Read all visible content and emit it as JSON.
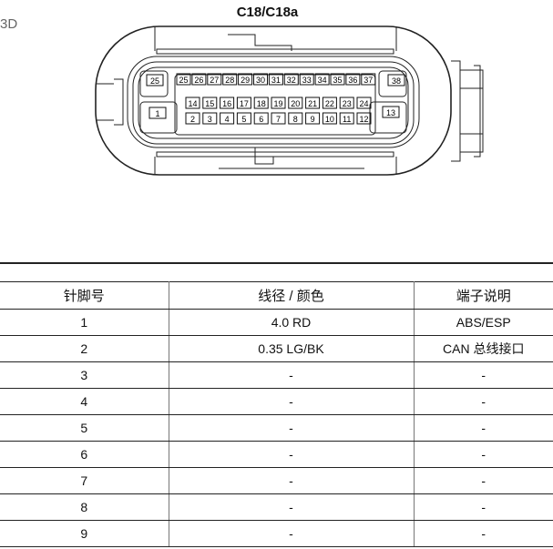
{
  "corner_text": "3D",
  "connector": {
    "title": "C18/C18a",
    "top_row_pins": [
      "25",
      "26",
      "27",
      "28",
      "29",
      "30",
      "31",
      "32",
      "33",
      "34",
      "35",
      "36",
      "37"
    ],
    "mid_row_pins": [
      "14",
      "15",
      "16",
      "17",
      "18",
      "19",
      "20",
      "21",
      "22",
      "23",
      "24"
    ],
    "bottom_row_pins": [
      "2",
      "3",
      "4",
      "5",
      "6",
      "7",
      "8",
      "9",
      "10",
      "11",
      "12"
    ],
    "large_pins": {
      "top_left": "25",
      "bottom_left": "1",
      "top_right": "38",
      "bottom_right": "13"
    }
  },
  "table": {
    "headers": [
      "针脚号",
      "线径 / 颜色",
      "端子说明"
    ],
    "rows": [
      [
        "1",
        "4.0 RD",
        "ABS/ESP"
      ],
      [
        "2",
        "0.35 LG/BK",
        "CAN 总线接口"
      ],
      [
        "3",
        "-",
        "-"
      ],
      [
        "4",
        "-",
        "-"
      ],
      [
        "5",
        "-",
        "-"
      ],
      [
        "6",
        "-",
        "-"
      ],
      [
        "7",
        "-",
        "-"
      ],
      [
        "8",
        "-",
        "-"
      ],
      [
        "9",
        "-",
        "-"
      ]
    ]
  }
}
